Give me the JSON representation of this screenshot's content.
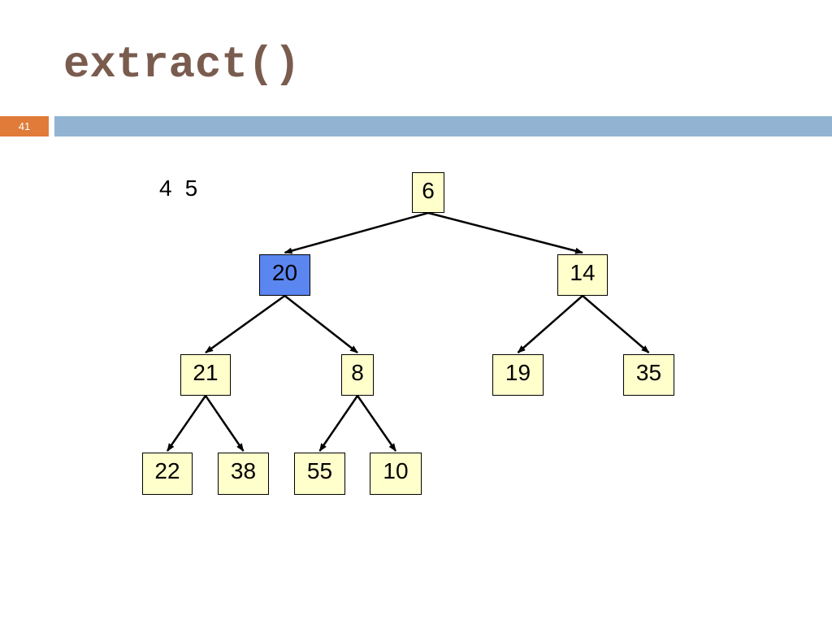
{
  "slide": {
    "title": "extract()",
    "page_number": "41",
    "removed_values": [
      "4",
      "5"
    ]
  },
  "tree": {
    "nodes": [
      {
        "id": "n6",
        "label": "6",
        "highlighted": false
      },
      {
        "id": "n20",
        "label": "20",
        "highlighted": true
      },
      {
        "id": "n14",
        "label": "14",
        "highlighted": false
      },
      {
        "id": "n21",
        "label": "21",
        "highlighted": false
      },
      {
        "id": "n8",
        "label": "8",
        "highlighted": false
      },
      {
        "id": "n19",
        "label": "19",
        "highlighted": false
      },
      {
        "id": "n35",
        "label": "35",
        "highlighted": false
      },
      {
        "id": "n22",
        "label": "22",
        "highlighted": false
      },
      {
        "id": "n38",
        "label": "38",
        "highlighted": false
      },
      {
        "id": "n55",
        "label": "55",
        "highlighted": false
      },
      {
        "id": "n10",
        "label": "10",
        "highlighted": false
      }
    ],
    "edges": [
      [
        "n6",
        "n20"
      ],
      [
        "n6",
        "n14"
      ],
      [
        "n20",
        "n21"
      ],
      [
        "n20",
        "n8"
      ],
      [
        "n14",
        "n19"
      ],
      [
        "n14",
        "n35"
      ],
      [
        "n21",
        "n22"
      ],
      [
        "n21",
        "n38"
      ],
      [
        "n8",
        "n55"
      ],
      [
        "n8",
        "n10"
      ]
    ],
    "colors": {
      "node_fill": "#ffffcc",
      "highlight_fill": "#5b86f0"
    }
  }
}
